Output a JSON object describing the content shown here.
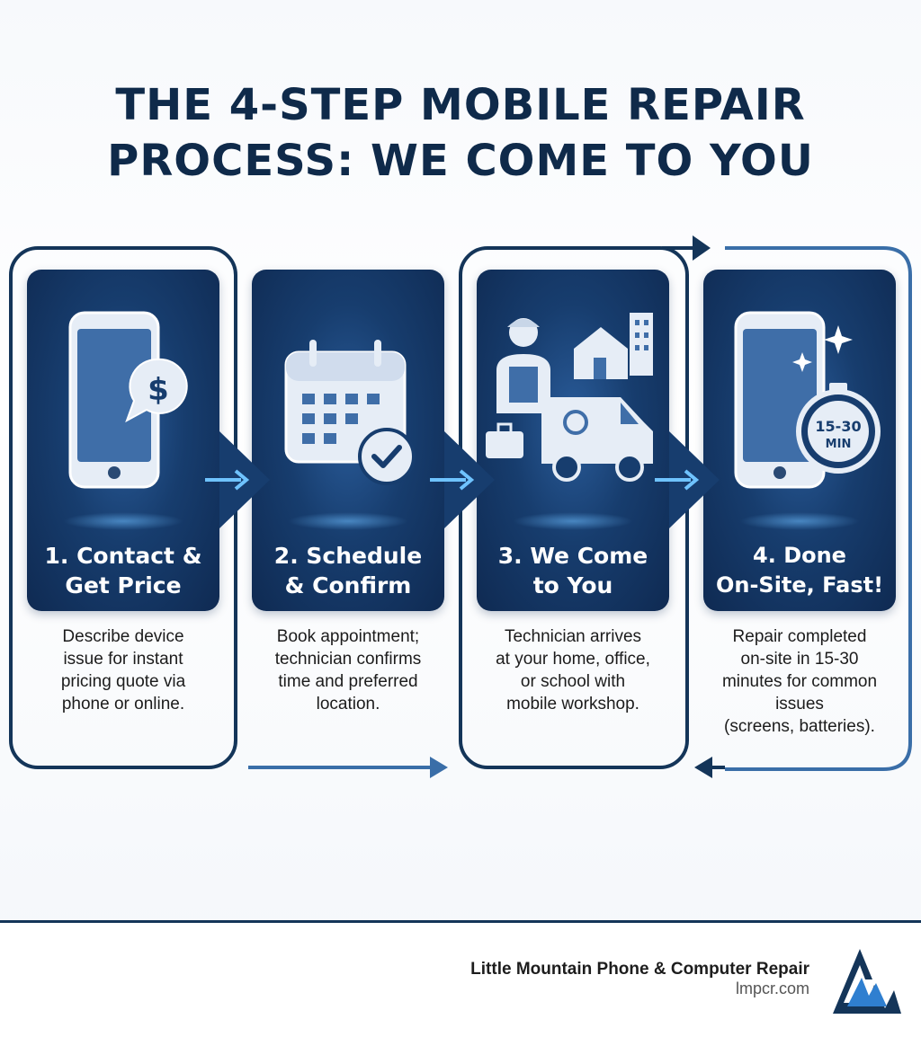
{
  "title": {
    "line1": "THE 4-STEP MOBILE REPAIR",
    "line2": "PROCESS: WE COME TO YOU"
  },
  "steps": [
    {
      "label": "1. Contact &\nGet Price",
      "description": "Describe device\nissue for instant\npricing quote via\nphone or online.",
      "icon": "smartphone-dollar-icon"
    },
    {
      "label": "2. Schedule\n& Confirm",
      "description": "Book appointment;\ntechnician confirms\ntime and preferred\nlocation.",
      "icon": "calendar-check-icon"
    },
    {
      "label": "3. We Come\nto You",
      "description": "Technician arrives\nat your home, office,\nor school with\nmobile workshop.",
      "icon": "technician-van-icon"
    },
    {
      "label": "4. Done\nOn-Site, Fast!",
      "description": "Repair completed\non-site in 15-30\nminutes for common\nissues\n(screens, batteries).",
      "icon": "smartphone-stopwatch-icon"
    }
  ],
  "stopwatch_text": {
    "line1": "15-30",
    "line2": "MIN"
  },
  "footer": {
    "company": "Little Mountain Phone & Computer Repair",
    "website": "lmpcr.com",
    "logo_icon": "mountain-logo-icon"
  },
  "colors": {
    "navy": "#0f2a4a",
    "card": "#173d6e",
    "accent_glow": "#4fb2ff",
    "arrow": "#3a6ea8"
  }
}
